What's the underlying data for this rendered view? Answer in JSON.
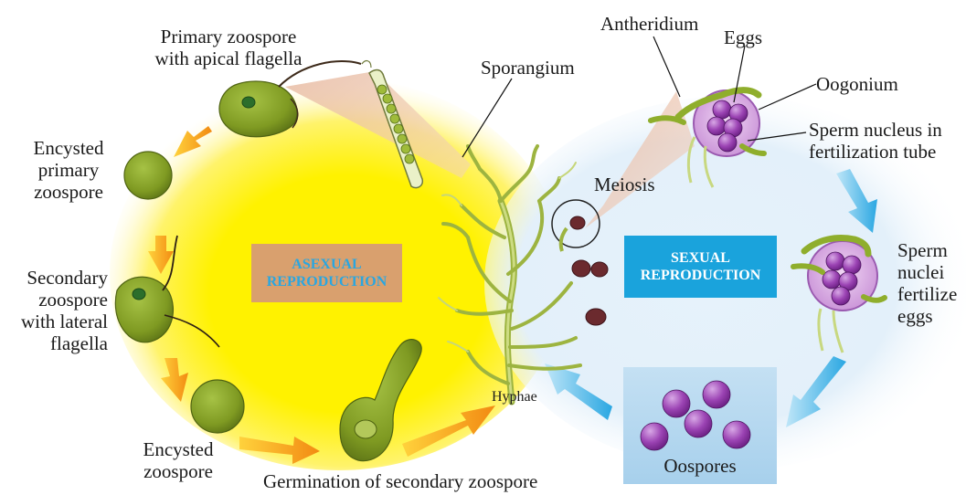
{
  "colors": {
    "asexual_glow": "#ffe600",
    "asexual_box": "#d9a06e",
    "asexual_text": "#2aa6e0",
    "sexual_box": "#1aa3dc",
    "sexual_text": "#ffffff",
    "sexual_glow": "#cfe6f6",
    "arrow_orange": "#f39a1e",
    "arrow_blue": "#3fb3e8",
    "cell_green": "#8fae2c",
    "hyphae_green": "#b5c95a",
    "oospore_purple": "#9b3fb0"
  },
  "labels": {
    "asexual_title": [
      "ASEXUAL",
      "REPRODUCTION"
    ],
    "sexual_title": [
      "SEXUAL",
      "REPRODUCTION"
    ],
    "primary_zoospore": [
      "Primary zoospore",
      "with apical flagella"
    ],
    "encysted_primary": [
      "Encysted",
      "primary",
      "zoospore"
    ],
    "secondary_zoospore": [
      "Secondary",
      "zoospore",
      "with lateral",
      "flagella"
    ],
    "encysted_zoospore": [
      "Encysted",
      "zoospore"
    ],
    "germination": "Germination of secondary zoospore",
    "sporangium": "Sporangium",
    "hyphae": "Hyphae",
    "antheridium": "Antheridium",
    "eggs": "Eggs",
    "oogonium": "Oogonium",
    "sperm_nucleus": [
      "Sperm nucleus in",
      "fertilization tube"
    ],
    "meiosis": "Meiosis",
    "sperm_nuclei": [
      "Sperm",
      "nuclei",
      "fertilize",
      "eggs"
    ],
    "oospores": "Oospores"
  }
}
